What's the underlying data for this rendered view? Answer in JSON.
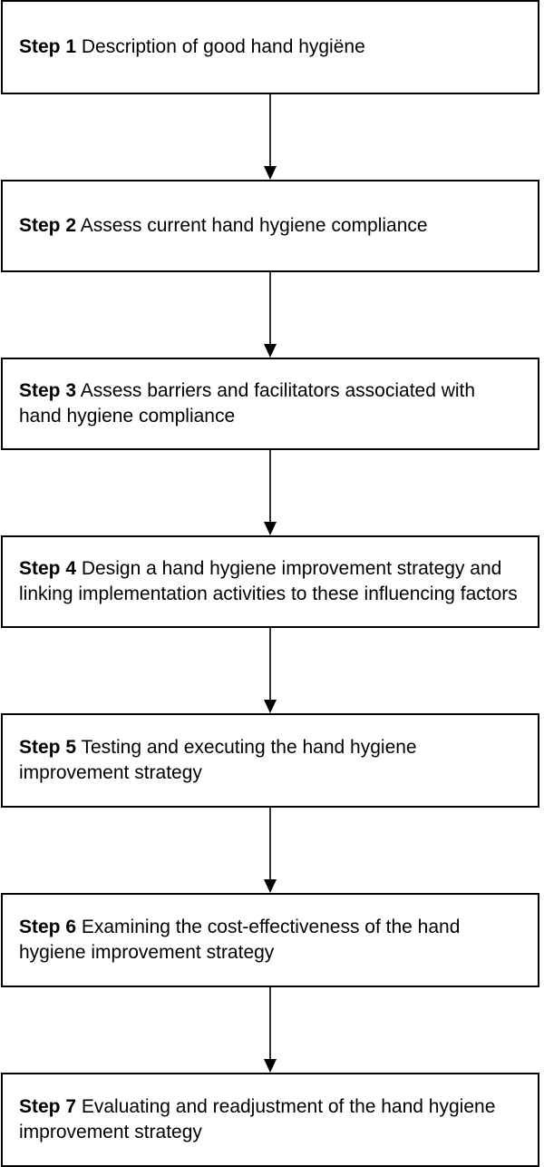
{
  "steps": [
    {
      "label": "Step 1",
      "text": "Description of good hand hygiëne"
    },
    {
      "label": "Step 2",
      "text": "Assess current hand hygiene compliance"
    },
    {
      "label": "Step 3",
      "text": "Assess barriers and facilitators associated with hand hygiene compliance"
    },
    {
      "label": "Step 4",
      "text": "Design a hand hygiene improvement strategy and linking implementation activities to these influencing factors"
    },
    {
      "label": "Step 5",
      "text": "Testing and executing the hand hygiene improvement strategy"
    },
    {
      "label": "Step 6",
      "text": "Examining the cost-effectiveness of the hand hygiene improvement strategy"
    },
    {
      "label": "Step 7",
      "text": "Evaluating and readjustment of the hand hygiene improvement strategy"
    }
  ]
}
